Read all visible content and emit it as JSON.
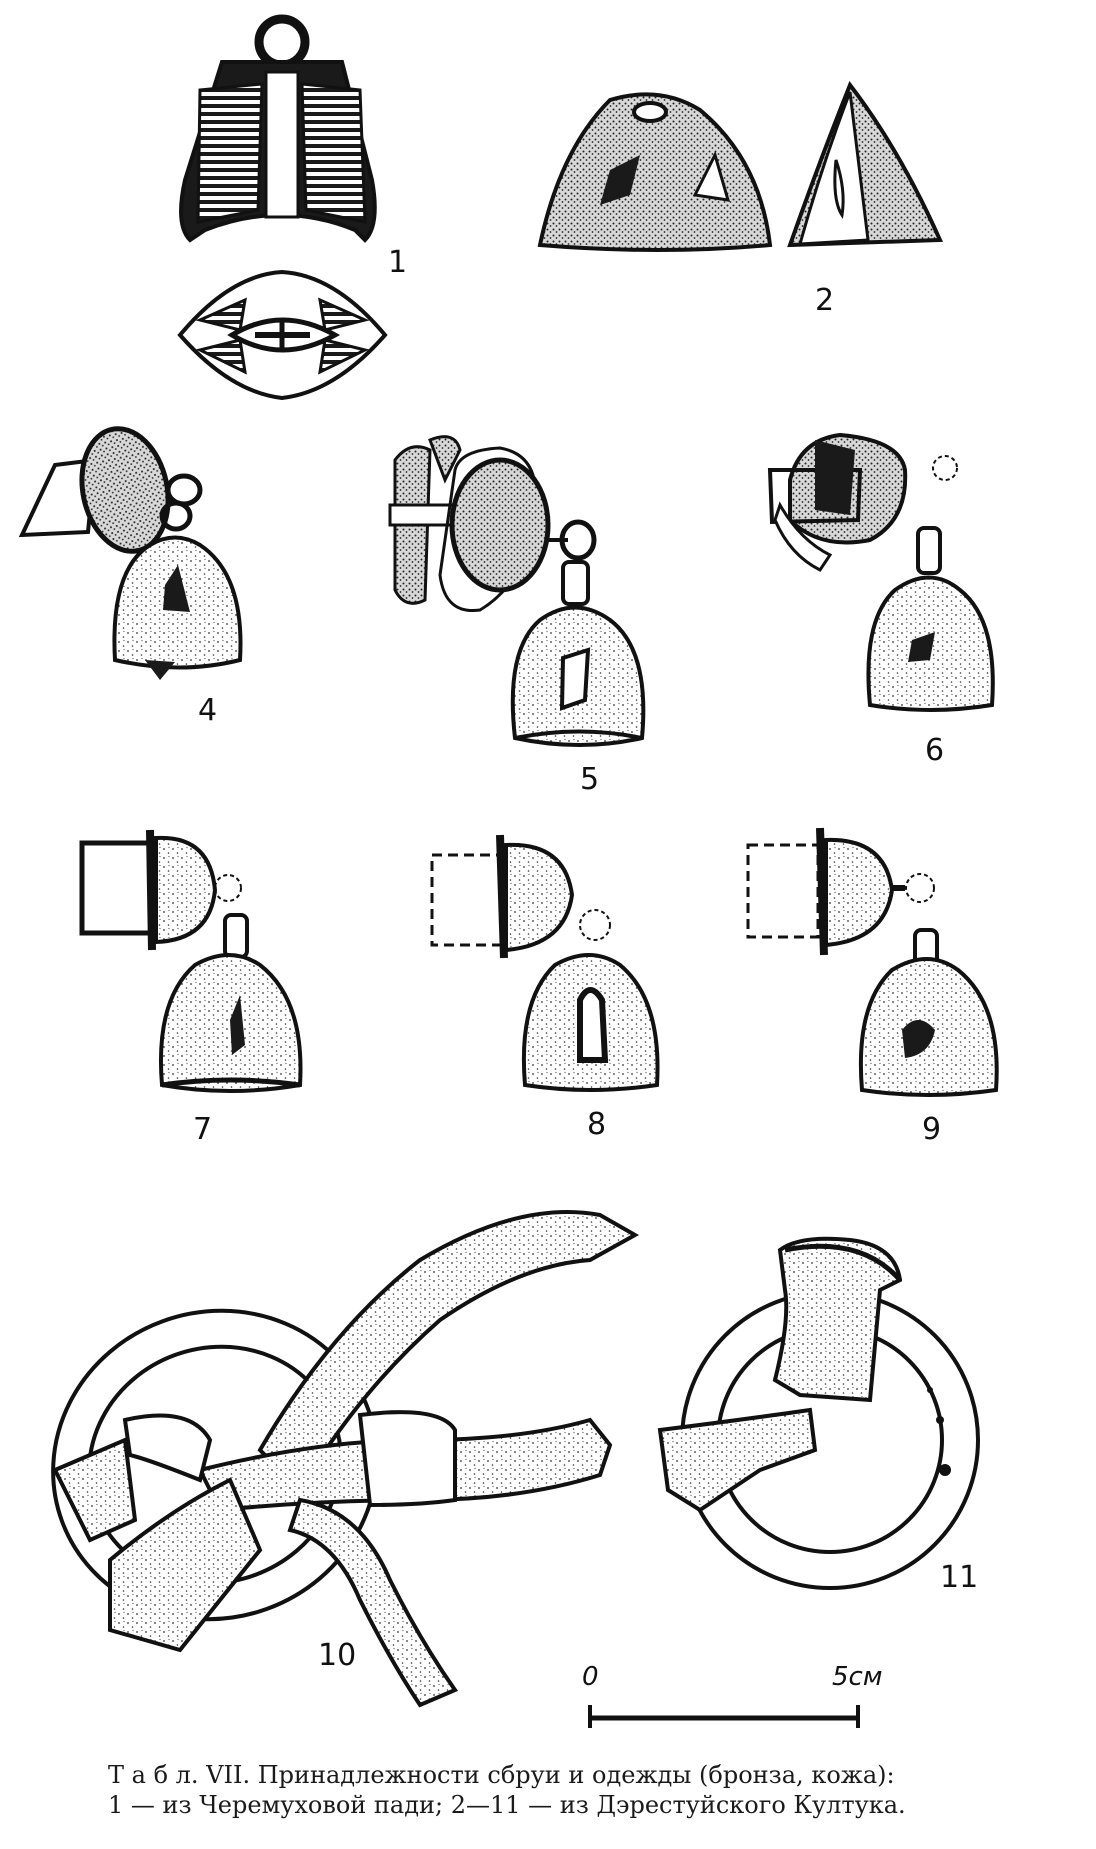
{
  "figure_numbers": {
    "n1": "1",
    "n2": "2",
    "n4": "4",
    "n5": "5",
    "n6": "6",
    "n7": "7",
    "n8": "8",
    "n9": "9",
    "n10": "10",
    "n11": "11"
  },
  "scale_bar": {
    "start": "0",
    "end": "5см"
  },
  "caption": {
    "line1": "Т а б л. VII. Принадлежности сбруи и одежды (бронза, кожа):",
    "line2": "1 — из Черемуховой пади;   2—11 — из Дэрестуйского Култука."
  },
  "colors": {
    "ink": "#111111",
    "paper": "#ffffff",
    "grain": "#555555"
  }
}
